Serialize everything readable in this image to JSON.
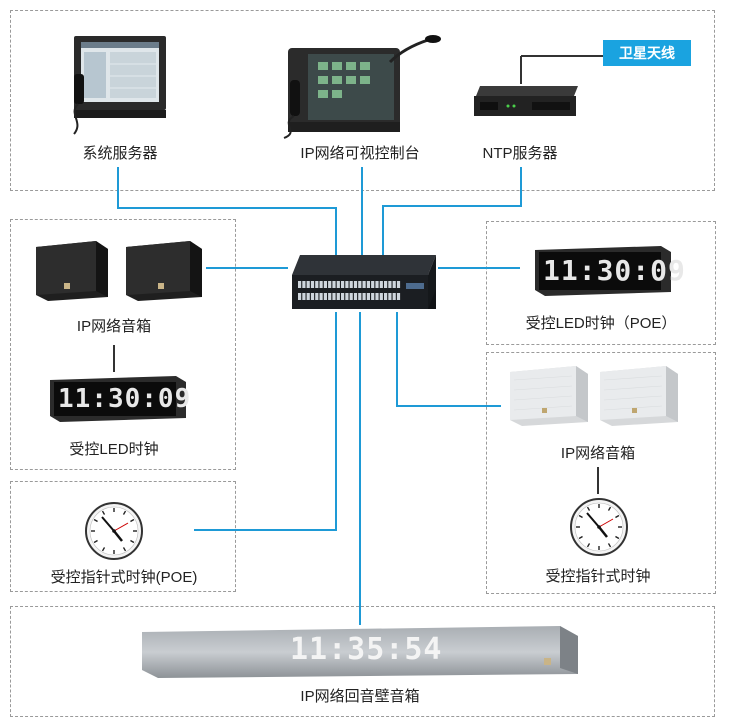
{
  "top_group": {
    "system_server": "系统服务器",
    "control_console": "IP网络可视控制台",
    "ntp_server": "NTP服务器",
    "satellite_antenna": "卫星天线"
  },
  "left_group": {
    "speakers": "IP网络音箱",
    "led_clock": "受控LED时钟",
    "led_clock_display": "11:30:09"
  },
  "left_analog_clock": {
    "label": "受控指针式时钟(POE)"
  },
  "right_led_clock": {
    "label": "受控LED时钟（POE）",
    "display": "11:30:09"
  },
  "right_group": {
    "speakers": "IP网络音箱",
    "analog_clock": "受控指针式时钟"
  },
  "bottom_group": {
    "soundbar": "IP网络回音壁音箱",
    "soundbar_display": "11:35:54"
  },
  "colors": {
    "wire": "#1e9ad6",
    "badge": "#1aa3e0",
    "box_border": "#9a9a9a"
  }
}
